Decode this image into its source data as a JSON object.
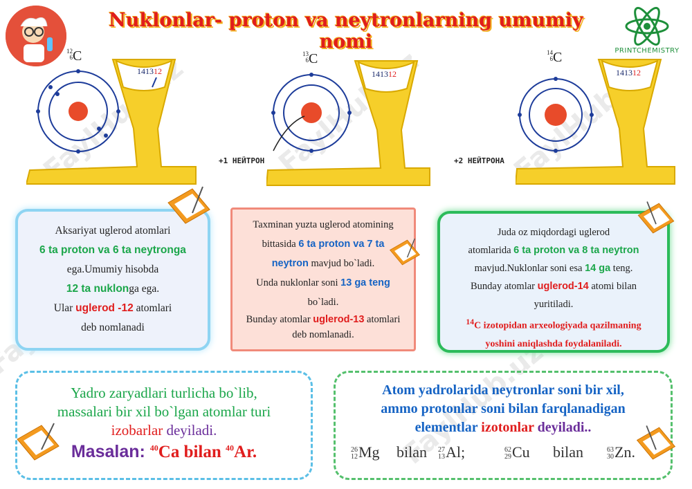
{
  "title": "Nuklonlar- proton va neytronlarning umumiy nomi",
  "logo_right_text": "PRINTCHEMISTRY",
  "watermark": "FaylHub.uz",
  "scales": [
    {
      "mass": "12",
      "charge": "6",
      "symbol": "C",
      "dial": "1413",
      "dial_hi": "12",
      "label": ""
    },
    {
      "mass": "13",
      "charge": "6",
      "symbol": "C",
      "dial": "1413",
      "dial_hi": "12",
      "label": "+1 НЕЙТРОН"
    },
    {
      "mass": "14",
      "charge": "6",
      "symbol": "C",
      "dial": "1413",
      "dial_hi": "12",
      "label": "+2 НЕЙТРОНА"
    }
  ],
  "card1": {
    "l1": "Aksariyat uglerod atomlari",
    "l2": "6 ta proton va 6 ta neytronga",
    "l3": "ega.Umumiy hisobda",
    "l4a": "12 ta nuklon",
    "l4b": "ga ega.",
    "l5a": "Ular ",
    "l5b": "uglerod -12",
    "l5c": " atomlari",
    "l6": "deb nomlanadi"
  },
  "card2": {
    "l1": "Taxminan yuzta uglerod atomining",
    "l2a": "bittasida ",
    "l2b": "6 ta proton va 7 ta",
    "l3a": "neytron",
    "l3b": " mavjud bo`ladi.",
    "l4a": "Unda nuklonlar soni ",
    "l4b": "13 ga teng",
    "l5": "bo`ladi.",
    "l6a": "Bunday atomlar ",
    "l6b": "uglerod-13",
    "l6c": " atomlari",
    "l7": "deb nomlanadi."
  },
  "card3": {
    "l1": "Juda oz miqdordagi uglerod",
    "l2a": "atomlarida ",
    "l2b": "6 ta proton va 8 ta neytron",
    "l3a": "mavjud.Nuklonlar soni esa ",
    "l3b": "14 ga",
    "l3c": " teng.",
    "l4a": "Bunday atomlar ",
    "l4b": "uglerod-14",
    "l4c": " atomi bilan",
    "l5": "yuritiladi.",
    "l6sup": "14",
    "l6": "C izotopidan arxeologiyada qazilmaning",
    "l7": "yoshini aniqlashda foydalaniladi."
  },
  "bottom_left": {
    "l1": "Yadro zaryadlari turlicha bo`lib,",
    "l2": "massalari bir xil bo`lgan atomlar turi",
    "l3a": "izobarlar",
    "l3b": " deyiladi.",
    "ex_label": "Masalan: ",
    "ex1_mass": "40",
    "ex1": "Ca bilan ",
    "ex2_mass": "40",
    "ex2": "Ar."
  },
  "bottom_right": {
    "l1": "Atom yadrolarida neytronlar soni bir xil,",
    "l2": "ammo protonlar soni bilan farqlanadigan",
    "l3a": "elementlar ",
    "l3b": "izotonlar",
    "l3c": " deyiladi..",
    "isotopes": [
      {
        "mass": "26",
        "z": "12",
        "sym": "Mg"
      },
      {
        "word": "bilan"
      },
      {
        "mass": "27",
        "z": "13",
        "sym": "Al;"
      },
      {
        "mass": "62",
        "z": "29",
        "sym": "Cu"
      },
      {
        "word": "bilan"
      },
      {
        "mass": "63",
        "z": "30",
        "sym": "Zn."
      }
    ]
  }
}
